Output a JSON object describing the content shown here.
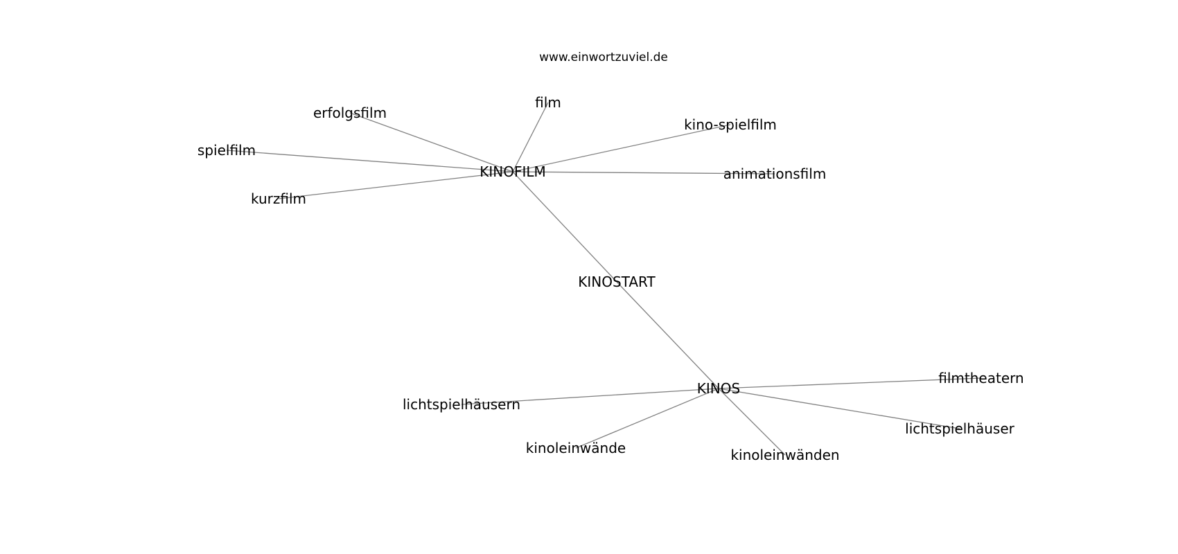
{
  "site": "www.einwortzuviel.de",
  "colors": {
    "background": "#ffffff",
    "edge": "#808080",
    "text": "#000000"
  },
  "nodes": [
    {
      "id": "kinofilm",
      "label": "KINOFILM"
    },
    {
      "id": "kinostart",
      "label": "KINOSTART"
    },
    {
      "id": "kinos",
      "label": "KINOS"
    },
    {
      "id": "film",
      "label": "film"
    },
    {
      "id": "erfolgsfilm",
      "label": "erfolgsfilm"
    },
    {
      "id": "kino-spielfilm",
      "label": "kino-spielfilm"
    },
    {
      "id": "spielfilm",
      "label": "spielfilm"
    },
    {
      "id": "animationsfilm",
      "label": "animationsfilm"
    },
    {
      "id": "kurzfilm",
      "label": "kurzfilm"
    },
    {
      "id": "filmtheatern",
      "label": "filmtheatern"
    },
    {
      "id": "lichtspielhaeusern",
      "label": "lichtspielhäusern"
    },
    {
      "id": "lichtspielhaeuser",
      "label": "lichtspielhäuser"
    },
    {
      "id": "kinoleinwaende",
      "label": "kinoleinwände"
    },
    {
      "id": "kinoleinwaenden",
      "label": "kinoleinwänden"
    }
  ],
  "edges": [
    [
      "kinofilm",
      "film"
    ],
    [
      "kinofilm",
      "erfolgsfilm"
    ],
    [
      "kinofilm",
      "kino-spielfilm"
    ],
    [
      "kinofilm",
      "spielfilm"
    ],
    [
      "kinofilm",
      "animationsfilm"
    ],
    [
      "kinofilm",
      "kurzfilm"
    ],
    [
      "kinofilm",
      "kinostart"
    ],
    [
      "kinostart",
      "kinos"
    ],
    [
      "kinos",
      "filmtheatern"
    ],
    [
      "kinos",
      "lichtspielhaeusern"
    ],
    [
      "kinos",
      "lichtspielhaeuser"
    ],
    [
      "kinos",
      "kinoleinwaende"
    ],
    [
      "kinos",
      "kinoleinwaenden"
    ]
  ]
}
